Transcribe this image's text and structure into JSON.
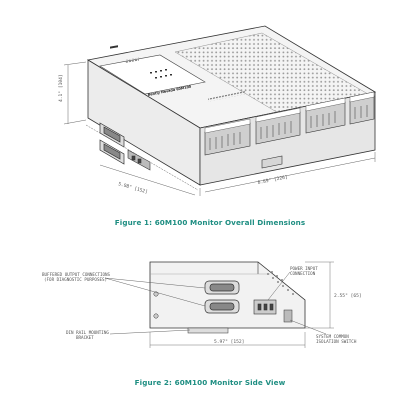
{
  "figure1": {
    "caption": "Figure 1:  60M100 Monitor Overall Dimensions",
    "dims": {
      "height": "4.1\" [104]",
      "depth": "5.98\" [152]",
      "width": "8.89\" [226]"
    },
    "brand_label": "Bently Nevada 60M100"
  },
  "figure2": {
    "caption": "Figure 2:  60M100 Monitor Side View",
    "labels": {
      "buffered": [
        "BUFFERED OUTPUT CONNECTIONS",
        "(FOR DIAGNOSTIC PURPOSES)"
      ],
      "power": [
        "POWER INPUT",
        "CONNECTION"
      ],
      "din": [
        "DIN RAIL MOUNTING",
        "BRACKET"
      ],
      "common": [
        "SYSTEM COMMON",
        "ISOLATION SWITCH"
      ]
    },
    "dims": {
      "height": "2.55\" [65]",
      "length": "5.97\" [152]"
    }
  }
}
